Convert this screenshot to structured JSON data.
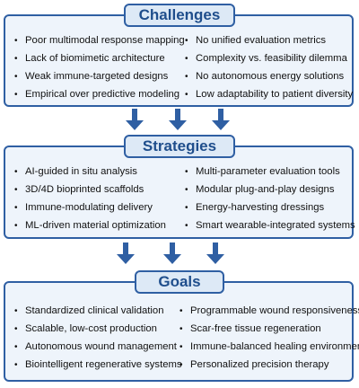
{
  "colors": {
    "accent": "#2f5fa3",
    "panel_fill": "#eef4fb",
    "header_fill": "#dde9f6",
    "header_text": "#1f4e8c"
  },
  "challenges": {
    "title": "Challenges",
    "left": [
      "Poor multimodal response mapping",
      "Lack of biomimetic architecture",
      "Weak immune-targeted designs",
      "Empirical over predictive modeling"
    ],
    "right": [
      "No unified evaluation metrics",
      "Complexity vs. feasibility dilemma",
      "No autonomous energy solutions",
      "Low adaptability to patient diversity"
    ]
  },
  "strategies": {
    "title": "Strategies",
    "left": [
      "AI-guided in situ analysis",
      "3D/4D bioprinted scaffolds",
      "Immune-modulating delivery",
      "ML-driven material optimization"
    ],
    "right": [
      "Multi-parameter evaluation tools",
      "Modular plug-and-play designs",
      "Energy-harvesting dressings",
      "Smart wearable-integrated systems"
    ]
  },
  "goals": {
    "title": "Goals",
    "left": [
      "Standardized clinical validation",
      "Scalable, low-cost production",
      "Autonomous wound management",
      "Biointelligent regenerative systems"
    ],
    "right": [
      "Programmable wound responsiveness",
      "Scar-free tissue regeneration",
      "Immune-balanced healing environment",
      "Personalized precision therapy"
    ]
  }
}
